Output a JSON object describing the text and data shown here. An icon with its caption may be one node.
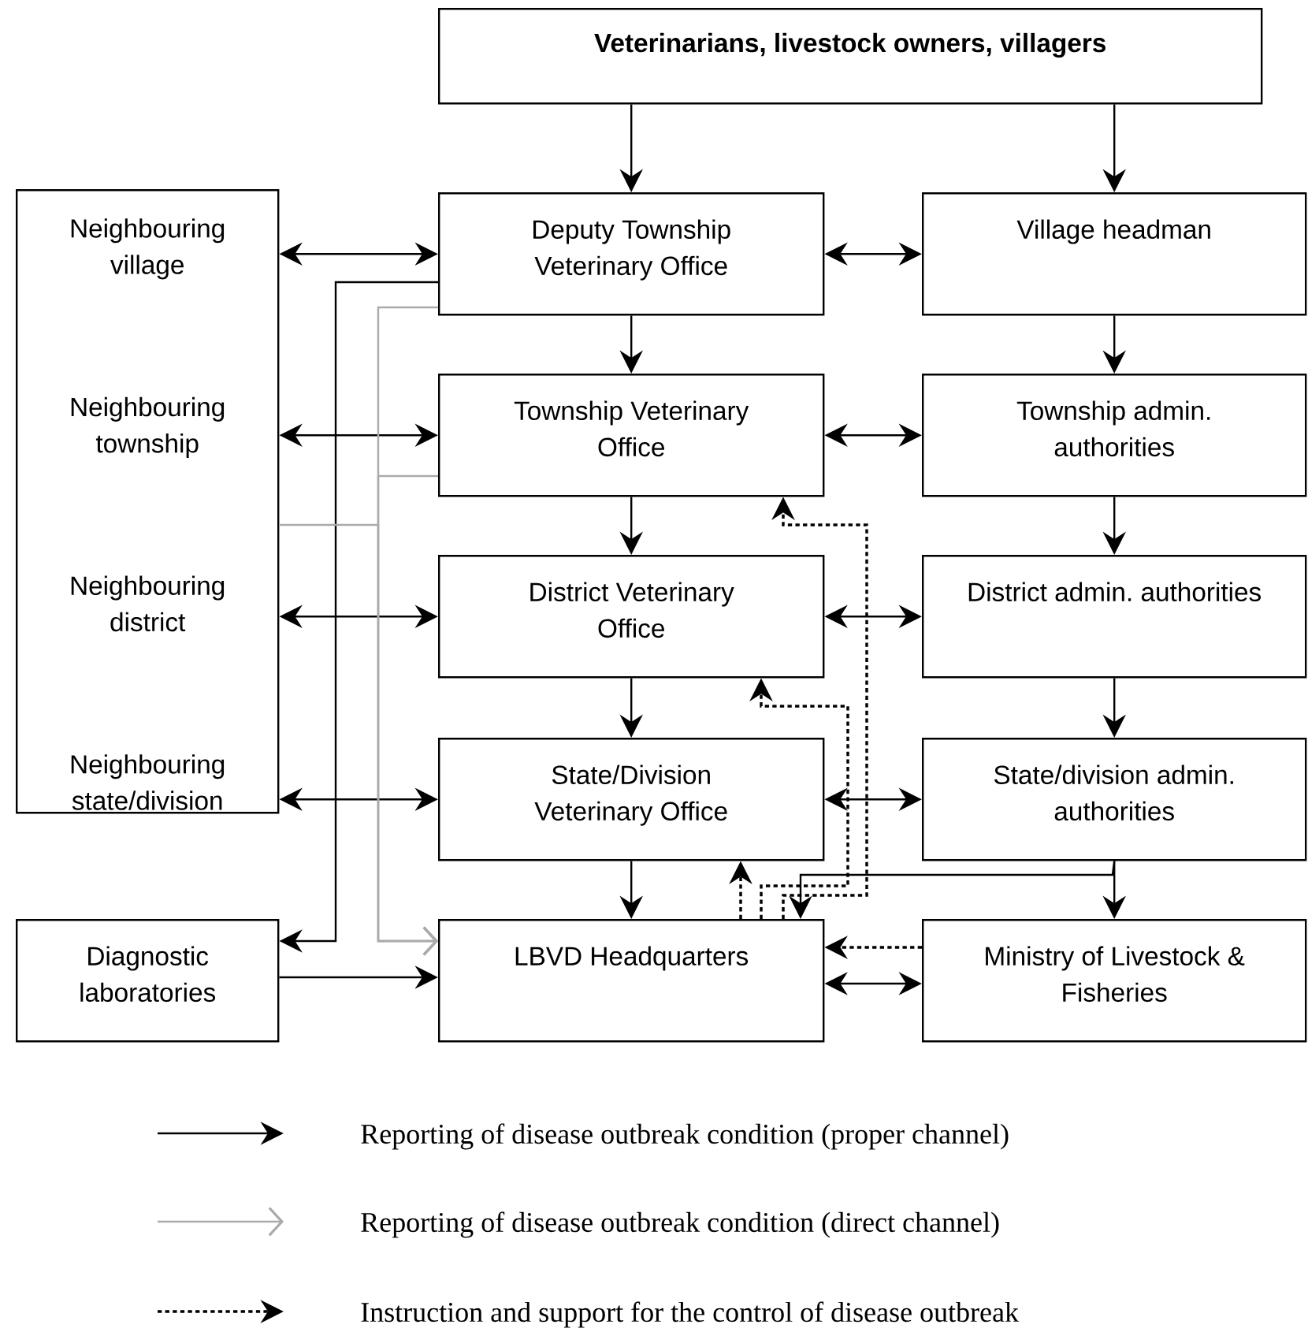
{
  "diagram": {
    "nodes": [
      {
        "text": [
          "**Veterinarians, livestock owners, villagers**"
        ]
      },
      {
        "text": [
          "Neighbouring village",
          "Neighbouring township",
          "Neighbouring district",
          "Neighbouring state/division"
        ]
      },
      {
        "text": [
          "Deputy Township Veterinary Office"
        ]
      },
      {
        "text": [
          "Village headman"
        ]
      },
      {
        "text": [
          "Township Veterinary Office"
        ]
      },
      {
        "text": [
          "Township admin. authorities"
        ]
      },
      {
        "text": [
          "District Veterinary Office"
        ]
      },
      {
        "text": [
          "District admin. authorities"
        ]
      },
      {
        "text": [
          "State/Division Veterinary Office"
        ]
      },
      {
        "text": [
          "State/division admin. authorities"
        ]
      },
      {
        "text": [
          "Diagnostic laboratories"
        ]
      },
      {
        "text": [
          "LBVD Headquarters"
        ]
      },
      {
        "text": [
          "Ministry of Livestock & Fisheries"
        ]
      }
    ],
    "edges": [
      {
        "from": 0,
        "to": 2,
        "arrow": "to"
      },
      {
        "from": 0,
        "to": 3,
        "arrow": "to"
      },
      {
        "from": 1,
        "to": 2,
        "arrow": "both"
      },
      {
        "from": 2,
        "to": 3,
        "arrow": "both"
      },
      {
        "from": 2,
        "to": 4,
        "arrow": "to"
      },
      {
        "from": 3,
        "to": 5,
        "arrow": "to"
      },
      {
        "from": 1,
        "to": 4,
        "arrow": "both"
      },
      {
        "from": 4,
        "to": 5,
        "arrow": "both"
      },
      {
        "from": 4,
        "to": 6,
        "arrow": "to"
      },
      {
        "from": 5,
        "to": 7,
        "arrow": "to"
      },
      {
        "from": 1,
        "to": 6,
        "arrow": "both"
      },
      {
        "from": 6,
        "to": 7,
        "arrow": "both"
      },
      {
        "from": 6,
        "to": 8,
        "arrow": "to"
      },
      {
        "from": 7,
        "to": 9,
        "arrow": "to"
      },
      {
        "from": 1,
        "to": 8,
        "arrow": "both"
      },
      {
        "from": 8,
        "to": 9,
        "arrow": "both"
      },
      {
        "from": 8,
        "to": 11,
        "arrow": "to"
      },
      {
        "from": 9,
        "to": 12,
        "arrow": "to"
      },
      {
        "from": 9,
        "to": 11,
        "arrow": "to"
      },
      {
        "from": 2,
        "to": 10,
        "arrow": "to"
      },
      {
        "from": 2,
        "to": 11,
        "arrow": "to",
        "color": "#aaaaaa"
      },
      {
        "from": 4,
        "to": 11,
        "arrow": "to",
        "color": "#aaaaaa"
      },
      {
        "from": 1,
        "to": 11,
        "arrow": "to",
        "color": "#aaaaaa"
      },
      {
        "from": 10,
        "to": 11,
        "arrow": "to"
      },
      {
        "from": 11,
        "to": 12,
        "arrow": "both"
      },
      {
        "from": 12,
        "to": 11,
        "arrow": "to",
        "style": "dashed"
      },
      {
        "from": 11,
        "to": 4,
        "arrow": "to",
        "style": "dashed"
      },
      {
        "from": 11,
        "to": 6,
        "arrow": "to",
        "style": "dashed"
      },
      {
        "from": 11,
        "to": 8,
        "arrow": "to",
        "style": "dashed"
      }
    ],
    "legend": [
      {
        "text": "Reporting of disease outbreak condition (proper channel)"
      },
      {
        "text": "Reporting of disease outbreak condition (direct channel)"
      },
      {
        "text": "Instruction and support for the control of disease outbreak"
      }
    ]
  }
}
